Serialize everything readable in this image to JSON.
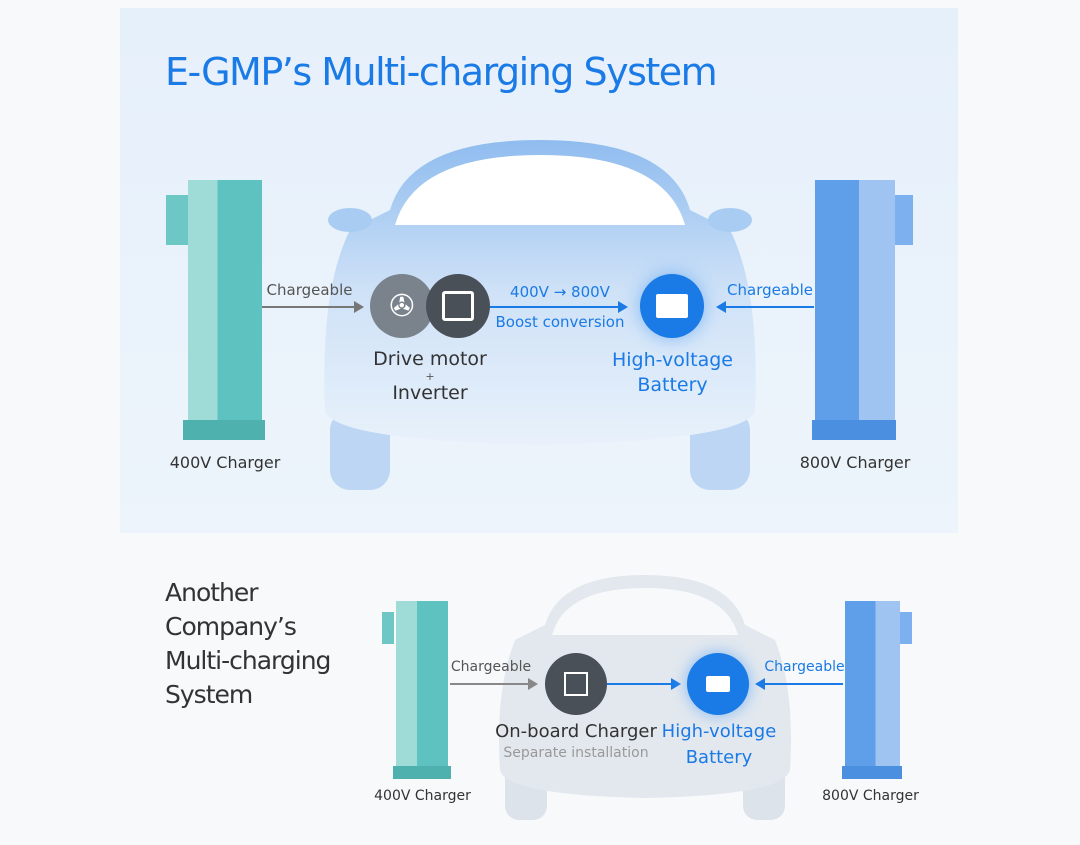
{
  "egmp": {
    "title": "E-GMP’s Multi-charging System",
    "left_charger": "400V Charger",
    "right_charger": "800V Charger",
    "left_arrow": "Chargeable",
    "right_arrow": "Chargeable",
    "boost_top": "400V → 800V",
    "boost_bottom": "Boost conversion",
    "motor_line1": "Drive motor",
    "motor_plus": "+",
    "motor_line2": "Inverter",
    "battery_line1": "High-voltage",
    "battery_line2": "Battery"
  },
  "other": {
    "title_lines": [
      "Another",
      "Company’s",
      "Multi-charging",
      "System"
    ],
    "left_charger": "400V Charger",
    "right_charger": "800V Charger",
    "left_arrow": "Chargeable",
    "right_arrow": "Chargeable",
    "obc_line1": "On-board Charger",
    "obc_line2": "Separate installation",
    "battery_line1": "High-voltage",
    "battery_line2": "Battery"
  },
  "colors": {
    "accent": "#1a7ae6",
    "teal": "#5ec2c0",
    "blue_charger": "#5f9ee8",
    "dark_icon": "#4a5058"
  }
}
